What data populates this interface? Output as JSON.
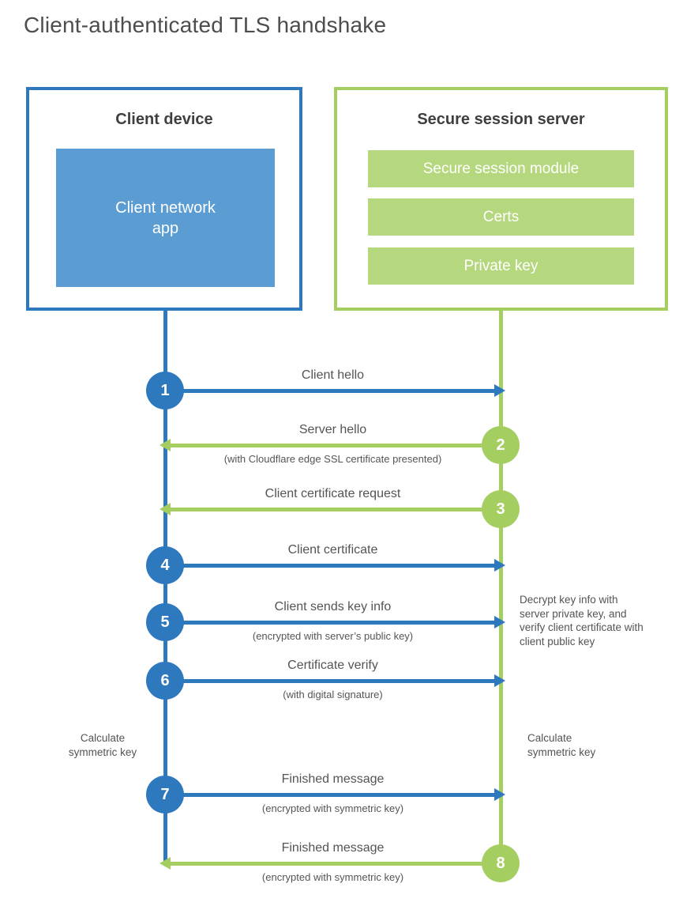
{
  "title": "Client-authenticated TLS handshake",
  "colors": {
    "client_blue": "#2e79bd",
    "client_fill_blue": "#5b9cd3",
    "server_green": "#a5ce61",
    "server_fill_green": "#b5d77e",
    "heading_text": "#3f3f3f",
    "label_text": "#545454"
  },
  "client": {
    "title": "Client device",
    "app_label": "Client network app"
  },
  "server": {
    "title": "Secure session server",
    "modules": [
      "Secure session module",
      "Certs",
      "Private key"
    ]
  },
  "messages": [
    {
      "step": "1",
      "from": "client",
      "to": "server",
      "label": "Client hello",
      "sublabel": ""
    },
    {
      "step": "2",
      "from": "server",
      "to": "client",
      "label": "Server hello",
      "sublabel": "(with Cloudflare edge SSL certificate presented)"
    },
    {
      "step": "3",
      "from": "server",
      "to": "client",
      "label": "Client certificate request",
      "sublabel": ""
    },
    {
      "step": "4",
      "from": "client",
      "to": "server",
      "label": "Client certificate",
      "sublabel": ""
    },
    {
      "step": "5",
      "from": "client",
      "to": "server",
      "label": "Client sends key info",
      "sublabel": "(encrypted with server’s public key)"
    },
    {
      "step": "6",
      "from": "client",
      "to": "server",
      "label": "Certificate verify",
      "sublabel": "(with digital signature)"
    },
    {
      "step": "7",
      "from": "client",
      "to": "server",
      "label": "Finished message",
      "sublabel": "(encrypted with symmetric key)"
    },
    {
      "step": "8",
      "from": "server",
      "to": "client",
      "label": "Finished message",
      "sublabel": "(encrypted with symmetric key)"
    }
  ],
  "annotations": {
    "decrypt_note": "Decrypt key info with server private key, and verify client certificate with client public key",
    "calc_left": "Calculate symmetric key",
    "calc_right": "Calculate symmetric key"
  }
}
